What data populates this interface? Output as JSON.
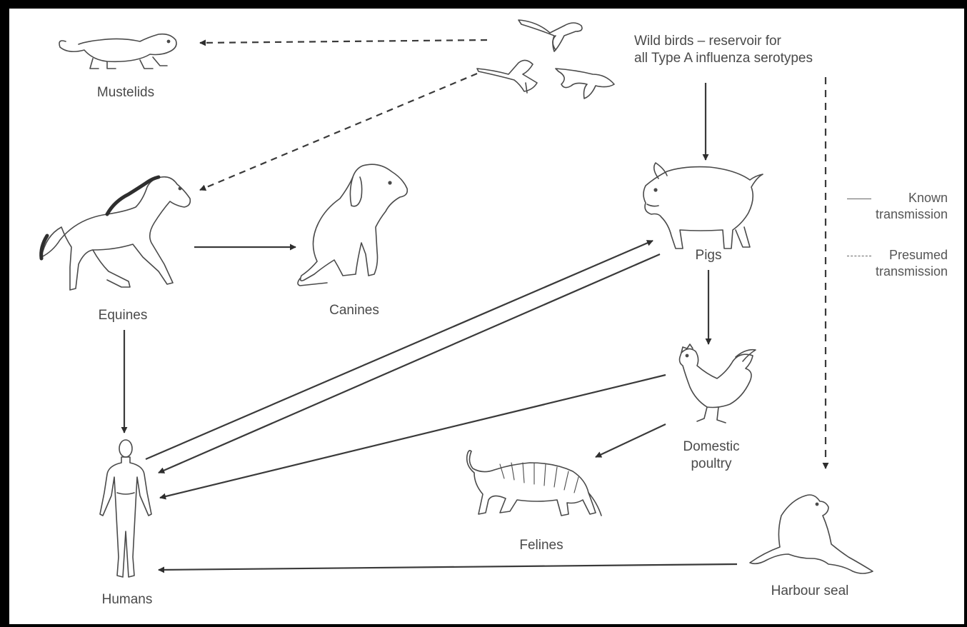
{
  "nodes": {
    "wild_birds": "Wild birds – reservoir for\nall Type A influenza serotypes",
    "mustelids": "Mustelids",
    "equines": "Equines",
    "canines": "Canines",
    "pigs": "Pigs",
    "domestic_poultry": "Domestic\npoultry",
    "felines": "Felines",
    "humans": "Humans",
    "harbour_seal": "Harbour seal"
  },
  "legend": {
    "known": "Known\ntransmission",
    "presumed": "Presumed\ntransmission"
  },
  "edges": [
    {
      "from": "Wild birds",
      "to": "Mustelids",
      "type": "presumed"
    },
    {
      "from": "Wild birds",
      "to": "Equines",
      "type": "presumed"
    },
    {
      "from": "Wild birds",
      "to": "Pigs",
      "type": "known"
    },
    {
      "from": "Wild birds",
      "to": "Harbour seal",
      "type": "presumed"
    },
    {
      "from": "Equines",
      "to": "Canines",
      "type": "known"
    },
    {
      "from": "Equines",
      "to": "Humans",
      "type": "known"
    },
    {
      "from": "Humans",
      "to": "Pigs",
      "type": "known"
    },
    {
      "from": "Pigs",
      "to": "Humans",
      "type": "known"
    },
    {
      "from": "Pigs",
      "to": "Domestic poultry",
      "type": "known"
    },
    {
      "from": "Domestic poultry",
      "to": "Humans",
      "type": "known"
    },
    {
      "from": "Domestic poultry",
      "to": "Felines",
      "type": "known"
    },
    {
      "from": "Harbour seal",
      "to": "Humans",
      "type": "known"
    }
  ],
  "colors": {
    "line": "#3a3a3a",
    "label": "#4a4a4a",
    "frame": "#000000"
  }
}
